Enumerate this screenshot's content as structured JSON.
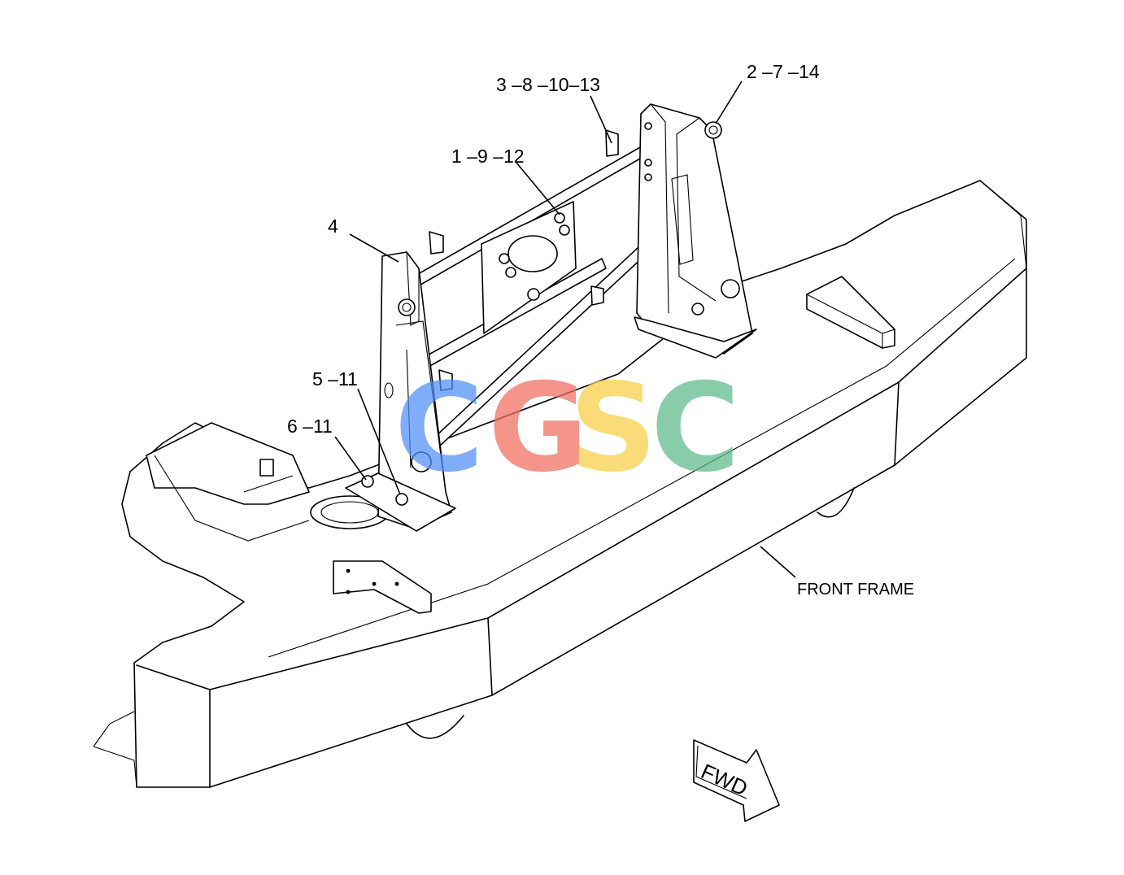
{
  "callouts": {
    "c1": "3 –8 –10–13",
    "c2": "2 –7 –14",
    "c3": "1 –9 –12",
    "c4": "4",
    "c5": "5 –11",
    "c6": "6 –11"
  },
  "frame_label": "FRONT FRAME",
  "fwd_label": "FWD",
  "watermark": {
    "letters": [
      "C",
      "G",
      "S",
      "C"
    ],
    "colors": [
      "#4f8ef7",
      "#f26b5f",
      "#f8cf45",
      "#5bb98a"
    ]
  }
}
